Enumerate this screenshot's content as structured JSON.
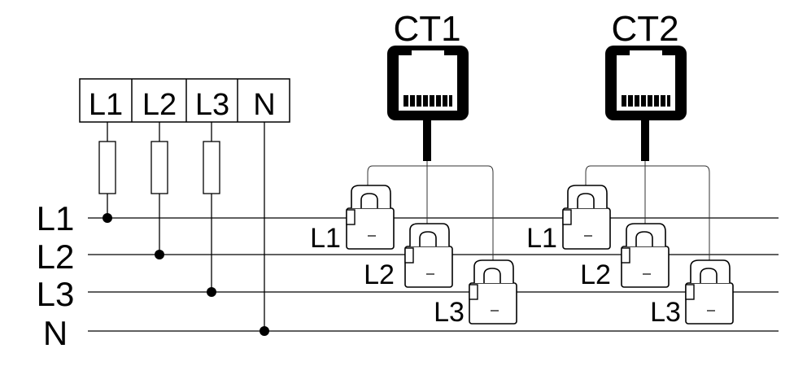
{
  "terminal_block": {
    "terminals": [
      "L1",
      "L2",
      "L3",
      "N"
    ]
  },
  "bus_lines": {
    "labels": [
      "L1",
      "L2",
      "L3",
      "N"
    ]
  },
  "connectors": [
    {
      "label": "CT1",
      "clamps": [
        "L1",
        "L2",
        "L3"
      ]
    },
    {
      "label": "CT2",
      "clamps": [
        "L1",
        "L2",
        "L3"
      ]
    }
  ],
  "colors": {
    "line": "#000000",
    "background": "#ffffff"
  },
  "icons": {
    "connector": "rj45-port-icon",
    "clamp": "split-core-ct-clamp-icon",
    "fuse": "fuse-icon",
    "junction": "junction-dot-icon"
  }
}
